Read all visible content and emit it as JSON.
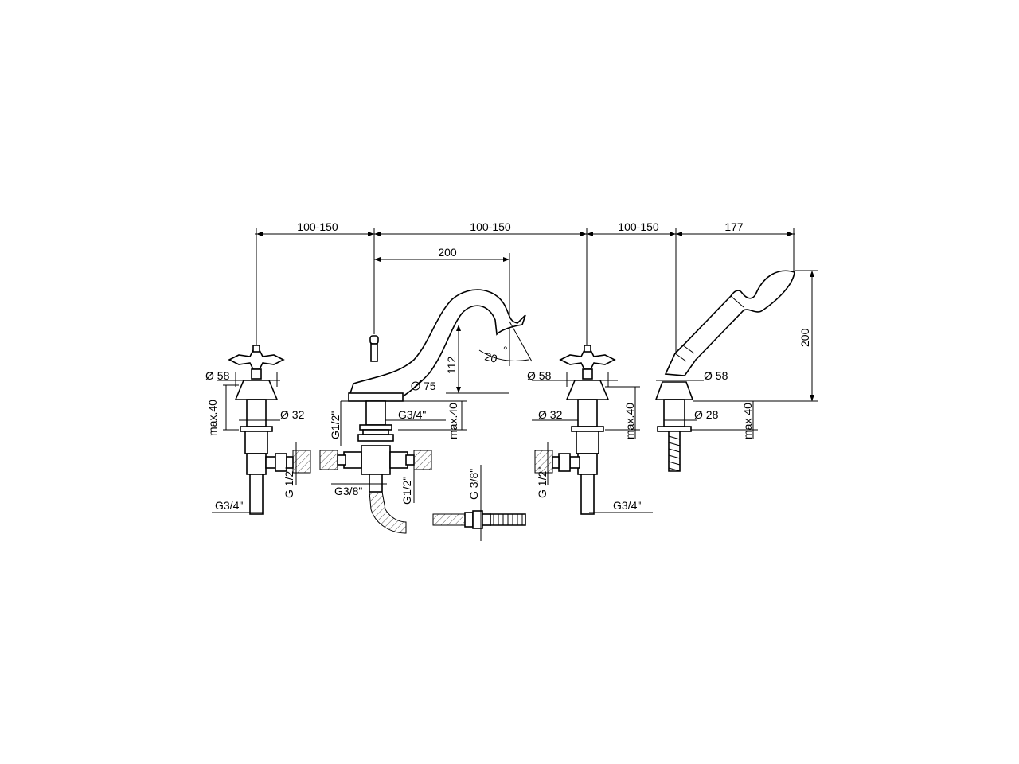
{
  "dimensions": {
    "top_left": "100-150",
    "top_middle": "100-150",
    "top_right": "100-150",
    "top_far_right": "177",
    "spout_reach": "200",
    "handshower_height": "200",
    "spout_height": "112",
    "spout_angle": "20",
    "spout_diameter": "75",
    "left_handle_diameter": "Ø 58",
    "left_body_diameter": "Ø 32",
    "left_max": "max.40",
    "left_inlet_side": "G 1/2\"",
    "left_inlet_bottom": "G3/4\"",
    "spout_inlet_left": "G1/2\"",
    "spout_inlet_right": "G3/4\"",
    "spout_max": "max.40",
    "spout_inlet_bottom": "G3/8\"",
    "spout_outlet_side": "G1/2\"",
    "hose_inlet": "G 3/8\"",
    "right_handle_diameter": "Ø 58",
    "right_body_diameter": "Ø 32",
    "right_max": "max.40",
    "right_inlet_side": "G 1/2\"",
    "right_inlet_bottom": "G3/4\"",
    "shower_diameter": "Ø 58",
    "shower_body_diameter": "Ø 28",
    "shower_max": "max 40"
  }
}
